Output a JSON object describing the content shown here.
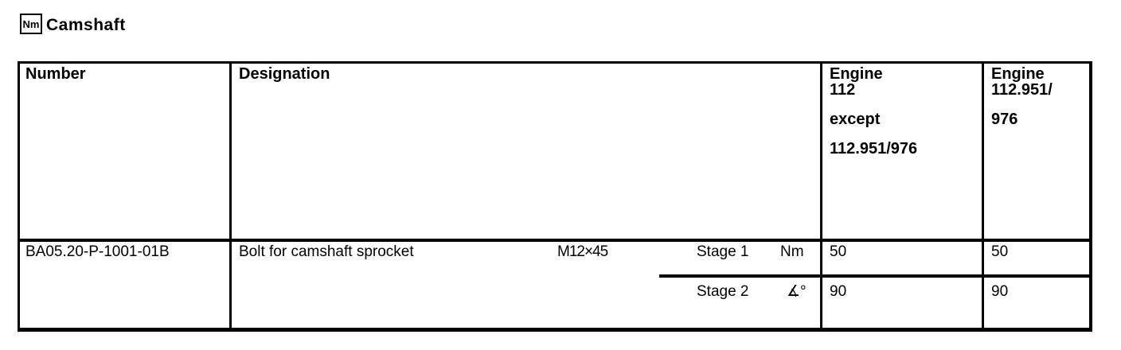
{
  "header": {
    "nm_icon": "Nm",
    "title": "Camshaft"
  },
  "table": {
    "columns": {
      "number": "Number",
      "designation": "Designation",
      "engine1": {
        "line1": "Engine",
        "line2": "112",
        "line3": "except",
        "line4": "112.951/976"
      },
      "engine2": {
        "line1": "Engine",
        "line2": "112.951/",
        "line3": "976"
      }
    },
    "row": {
      "number": "BA05.20-P-1001-01B",
      "designation": "Bolt for camshaft sprocket",
      "size": "M12×45",
      "stage1": {
        "label": "Stage 1",
        "unit": "Nm",
        "engine1": "50",
        "engine2": "50"
      },
      "stage2": {
        "label": "Stage 2",
        "unit": "∡°",
        "engine1": "90",
        "engine2": "90"
      }
    }
  }
}
